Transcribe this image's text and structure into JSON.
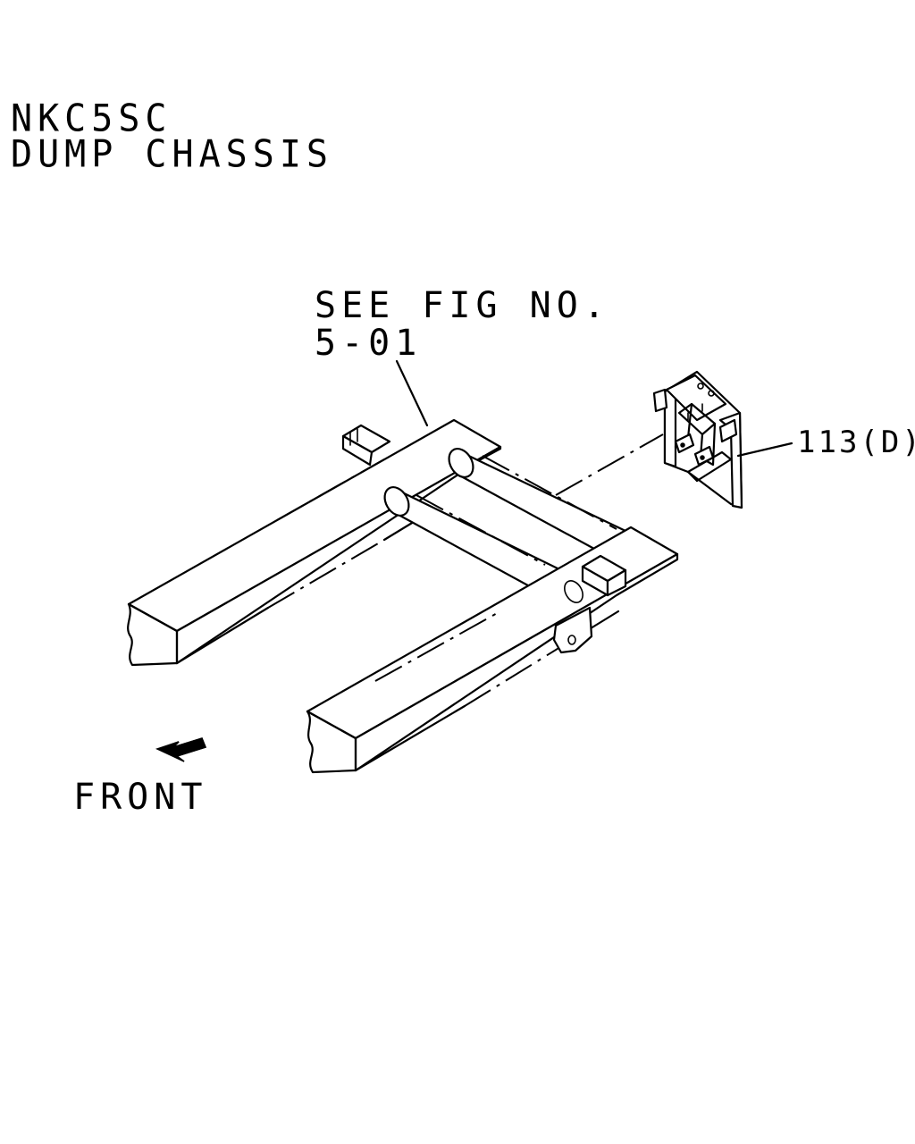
{
  "header": {
    "model": "NKC5SC",
    "subtitle": "DUMP CHASSIS"
  },
  "callouts": {
    "see_fig_line1": "SEE FIG NO.",
    "see_fig_line2": "5-01",
    "part_ref": "113(D)"
  },
  "direction": {
    "label": "FRONT"
  }
}
